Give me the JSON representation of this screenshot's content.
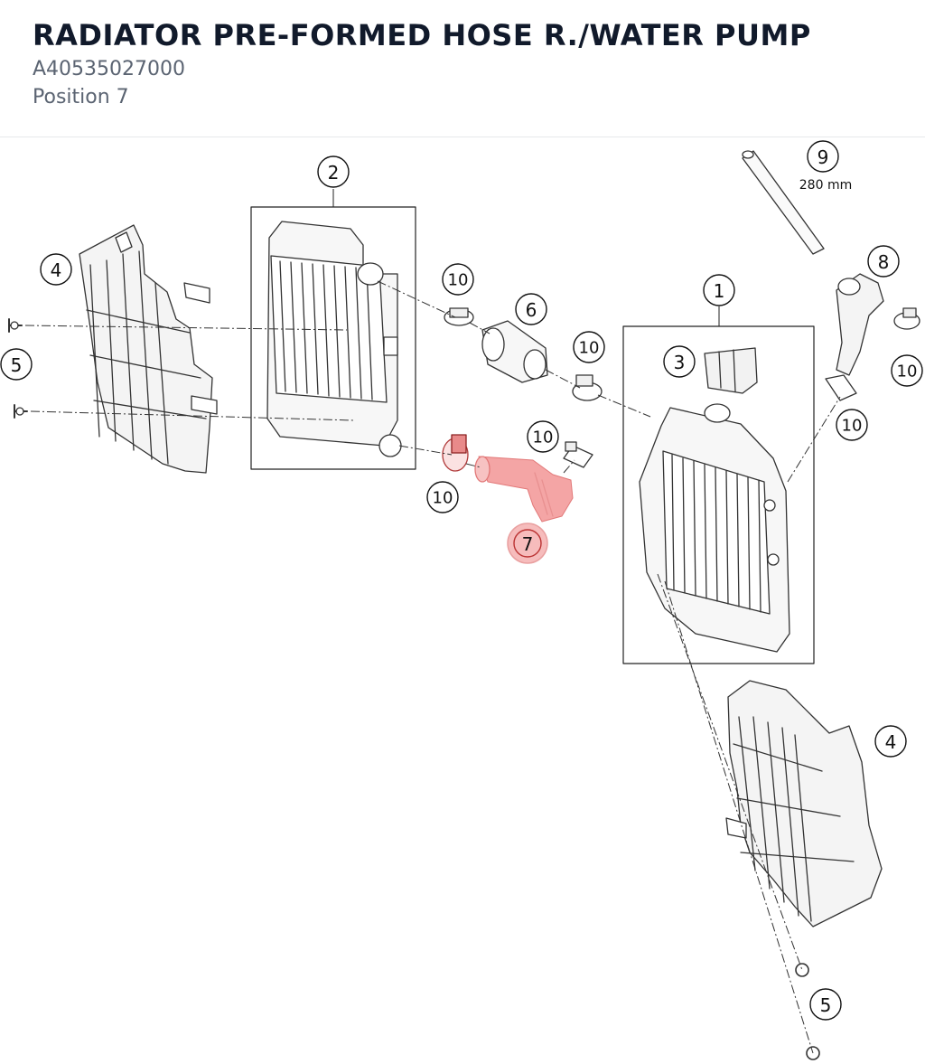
{
  "header": {
    "title": "RADIATOR PRE-FORMED HOSE R./WATER PUMP",
    "part_number": "A40535027000",
    "position": "Position 7"
  },
  "diagram": {
    "highlight_color": "#f08080",
    "callouts": {
      "c1": "1",
      "c2": "2",
      "c3": "3",
      "c4a": "4",
      "c4b": "4",
      "c5a": "5",
      "c5b": "5",
      "c6": "6",
      "c7": "7",
      "c8": "8",
      "c9": "9",
      "c10a": "10",
      "c10b": "10",
      "c10c": "10",
      "c10d": "10",
      "c10e": "10",
      "c10f": "10"
    },
    "dimension_label": "280 mm"
  }
}
